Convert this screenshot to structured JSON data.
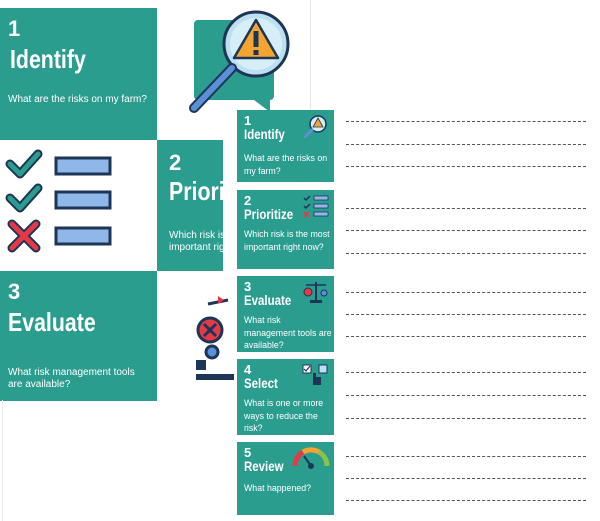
{
  "background_poster": {
    "card1": {
      "number": "1",
      "title": "Identify",
      "question": "What are the risks on my farm?"
    },
    "card2": {
      "number": "2",
      "title": "Prioriti",
      "question_line1": "Which risk is t",
      "question_line2": "important rig"
    },
    "card3": {
      "number": "3",
      "title": "Evaluate",
      "question_line1": "What risk management tools",
      "question_line2": "are available?"
    }
  },
  "worksheet": {
    "cards": [
      {
        "number": "1",
        "title": "Identify",
        "question": "What are the risks on my farm?",
        "icon": "warning-magnifier-icon"
      },
      {
        "number": "2",
        "title": "Prioritize",
        "question": "Which risk is the most important right now?",
        "icon": "checklist-icon"
      },
      {
        "number": "3",
        "title": "Evaluate",
        "question": "What risk management tools are available?",
        "icon": "scale-icon"
      },
      {
        "number": "4",
        "title": "Select",
        "question": "What is  one or more ways to reduce the risk?",
        "icon": "hand-pointer-icon"
      },
      {
        "number": "5",
        "title": "Review",
        "question": "What happened?",
        "icon": "gauge-icon"
      }
    ]
  },
  "colors": {
    "teal": "#2a9d8f",
    "accent_red": "#e63946",
    "accent_blue": "#5b8fd6",
    "accent_green": "#2a9d8f"
  }
}
